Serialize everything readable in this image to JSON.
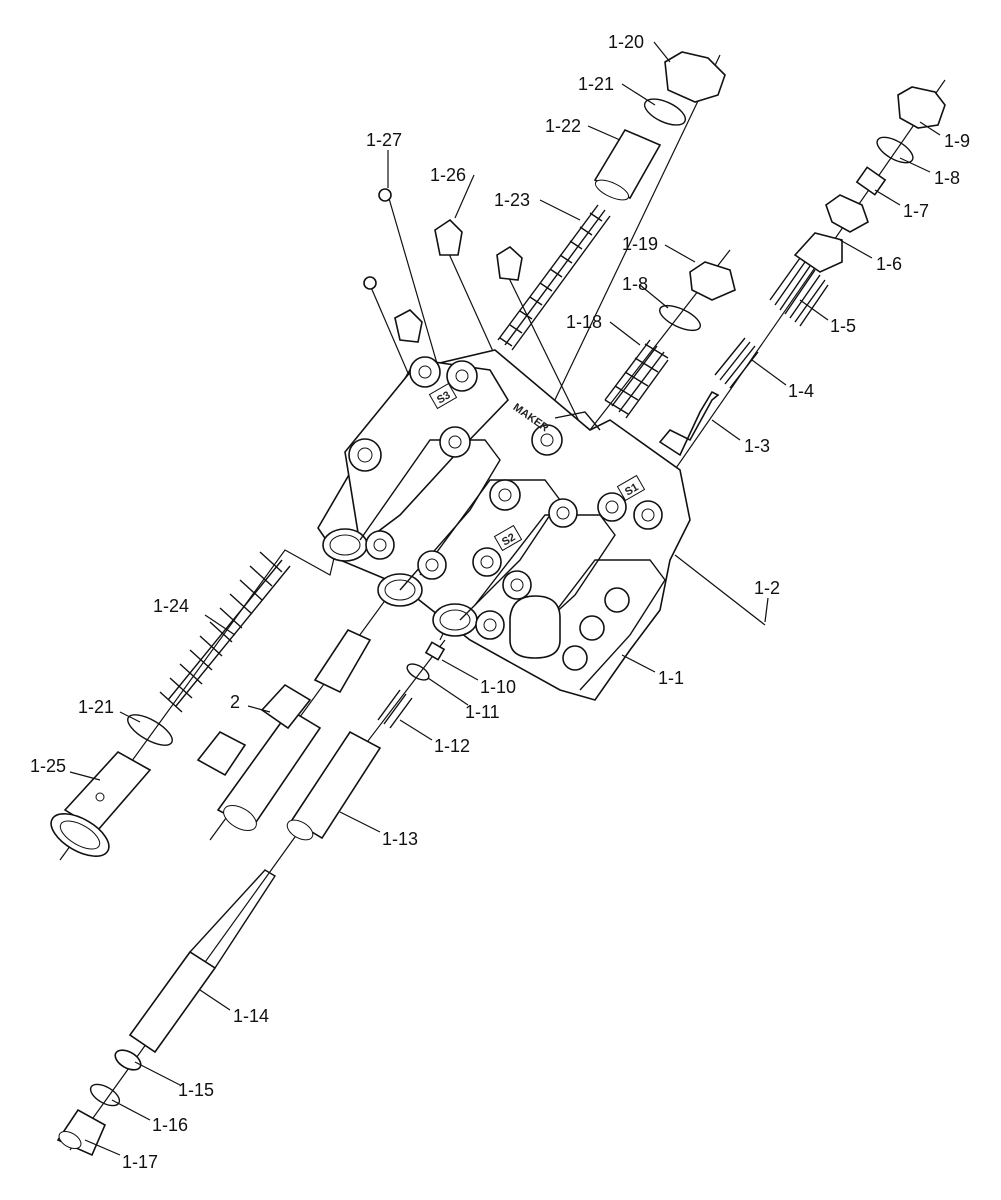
{
  "diagram": {
    "part_labels": [
      "1-1",
      "1-2",
      "1-3",
      "1-4",
      "1-5",
      "1-6",
      "1-7",
      "1-8",
      "1-9",
      "1-10",
      "1-11",
      "1-12",
      "1-13",
      "1-14",
      "1-15",
      "1-16",
      "1-17",
      "1-18",
      "1-19",
      "1-20",
      "1-21",
      "1-22",
      "1-23",
      "1-24",
      "1-25",
      "1-26",
      "1-27",
      "2"
    ],
    "extra_labels": {
      "label_1_8_second": "1-8",
      "label_1_21_second": "1-21"
    },
    "body_markings": {
      "port_s3": "S3",
      "port_s2": "S2",
      "port_s1": "S1",
      "maker_mark": "MAKER"
    },
    "colors": {
      "line": "#111111",
      "background": "#ffffff"
    }
  }
}
